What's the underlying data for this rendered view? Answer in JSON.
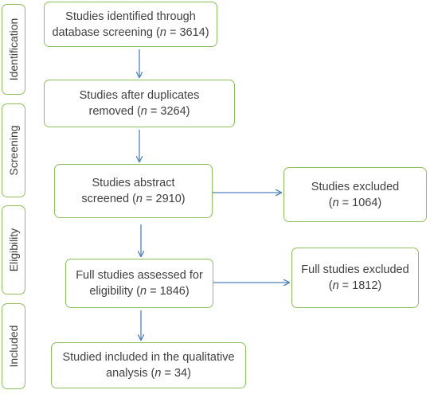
{
  "stages": {
    "identification": "Identification",
    "screening": "Screening",
    "eligibility": "Eligibility",
    "included": "Included"
  },
  "boxes": {
    "identified": {
      "line1": "Studies identified through",
      "line2_prefix": "database screening (",
      "n_label": "n",
      "line2_suffix": " = 3614)"
    },
    "after_duplicates": {
      "line1": "Studies after duplicates",
      "line2_prefix": "removed (",
      "n_label": "n",
      "line2_suffix": " = 3264)"
    },
    "abstract_screened": {
      "line1": "Studies abstract",
      "line2_prefix": "screened (",
      "n_label": "n",
      "line2_suffix": " = 2910)"
    },
    "excluded": {
      "line1": "Studies excluded",
      "line2_prefix": "(",
      "n_label": "n",
      "line2_suffix": " = 1064)"
    },
    "full_assessed": {
      "line1": "Full studies assessed for",
      "line2_prefix": "eligibility (",
      "n_label": "n",
      "line2_suffix": " = 1846)"
    },
    "full_excluded": {
      "line1": "Full studies excluded",
      "line2_prefix": "(",
      "n_label": "n",
      "line2_suffix": " = 1812)"
    },
    "included_final": {
      "line1": "Studied included in the qualitative",
      "line2_prefix": "analysis (",
      "n_label": "n",
      "line2_suffix": " = 34)"
    }
  },
  "colors": {
    "box_border": "#8cbf5a",
    "arrow": "#4f81bd",
    "text": "#404040"
  }
}
